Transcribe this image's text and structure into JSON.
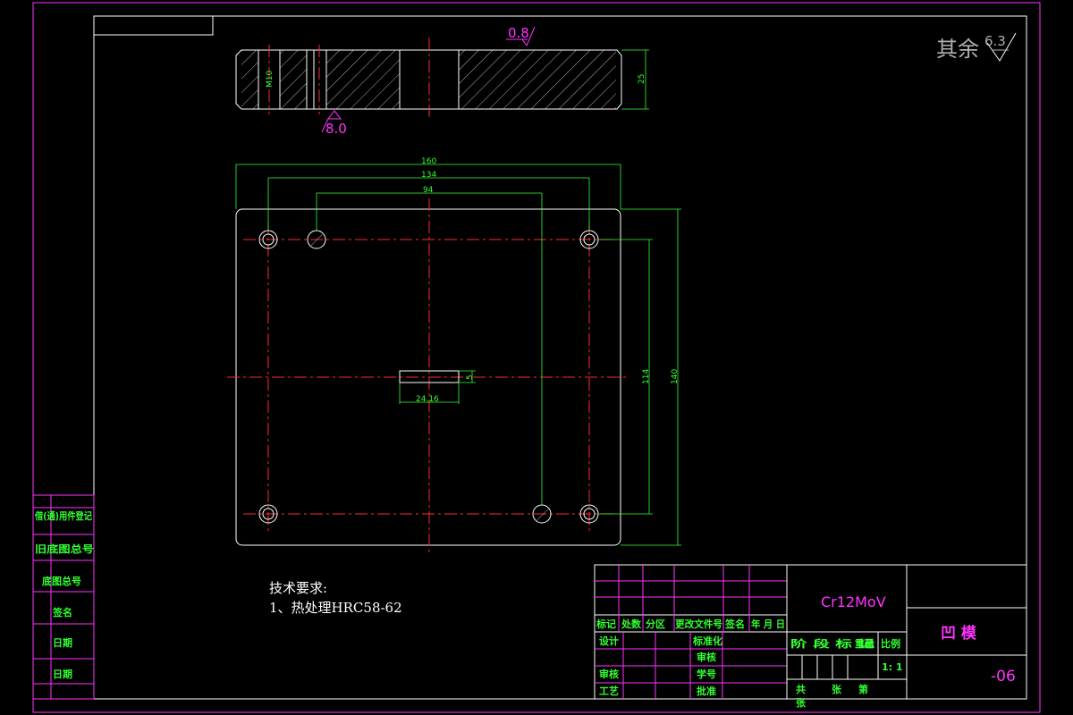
{
  "title_block": {
    "material": "Cr12MoV",
    "part_name": "凹 模",
    "drawing_no": "-06",
    "scale": "1: 1",
    "header_row": [
      "标记",
      "处数",
      "分区",
      "更改文件号",
      "签名",
      "年 月 日"
    ],
    "left_labels": [
      "设计",
      "审核",
      "工艺"
    ],
    "mid_labels": [
      "标准化",
      "审核",
      "学号",
      "批准"
    ],
    "stage_row": [
      "阶 段 标 记",
      "重量",
      "比例"
    ],
    "sheet_row": [
      "共",
      "张",
      "第",
      "张"
    ]
  },
  "side_labels": [
    "借(通)用件登记",
    "旧底图总号",
    "底图总号",
    "签名",
    "日期",
    "日期"
  ],
  "tech_requirements": {
    "heading": "技术要求:",
    "items": [
      "1、热处理HRC58-62"
    ]
  },
  "roughness": {
    "other_label": "其余",
    "other_value": "6.3",
    "top_value": "0.8",
    "bottom_value": "8.0"
  },
  "dimensions": {
    "thread": "M10",
    "thickness": "25",
    "width_total": "160",
    "width_holes": "134",
    "width_pins": "94",
    "height_total": "140",
    "height_holes": "114",
    "slot_width": "24.16",
    "slot_height": "5"
  },
  "colors": {
    "frame": "#ff33ff",
    "outline": "#ffffff",
    "dimension": "#33ff33",
    "centerline": "#ff2a2a"
  }
}
